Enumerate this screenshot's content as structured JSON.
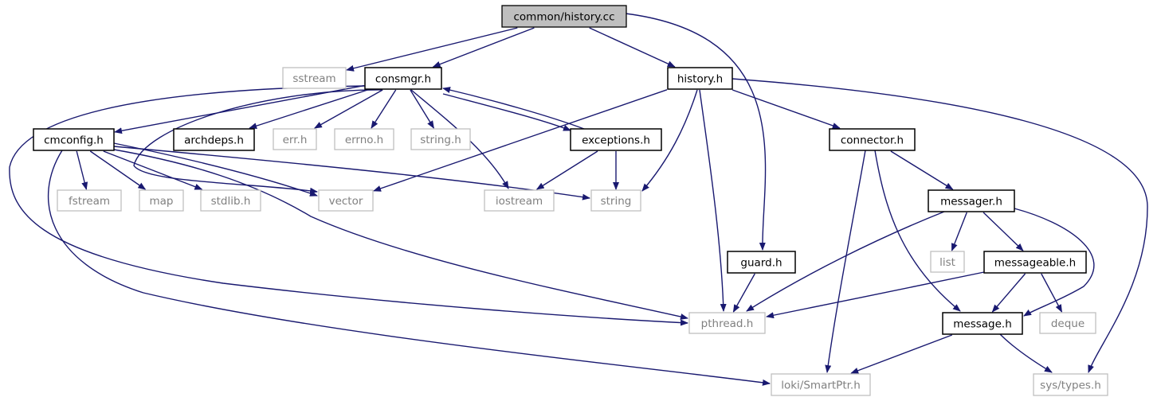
{
  "diagram": {
    "colors": {
      "edge": "#191970",
      "root_fill": "#bfbfbf",
      "local_border": "#000000",
      "system_border": "#bfbfbf",
      "system_text": "#808080"
    },
    "nodes": [
      {
        "id": "history_cc",
        "label": "common/history.cc",
        "kind": "root"
      },
      {
        "id": "sstream",
        "label": "sstream",
        "kind": "system"
      },
      {
        "id": "consmgr_h",
        "label": "consmgr.h",
        "kind": "local"
      },
      {
        "id": "history_h",
        "label": "history.h",
        "kind": "local"
      },
      {
        "id": "cmconfig_h",
        "label": "cmconfig.h",
        "kind": "local"
      },
      {
        "id": "archdeps_h",
        "label": "archdeps.h",
        "kind": "local"
      },
      {
        "id": "err_h",
        "label": "err.h",
        "kind": "system"
      },
      {
        "id": "errno_h",
        "label": "errno.h",
        "kind": "system"
      },
      {
        "id": "string_h",
        "label": "string.h",
        "kind": "system"
      },
      {
        "id": "exceptions_h",
        "label": "exceptions.h",
        "kind": "local"
      },
      {
        "id": "connector_h",
        "label": "connector.h",
        "kind": "local"
      },
      {
        "id": "fstream",
        "label": "fstream",
        "kind": "system"
      },
      {
        "id": "map",
        "label": "map",
        "kind": "system"
      },
      {
        "id": "stdlib_h",
        "label": "stdlib.h",
        "kind": "system"
      },
      {
        "id": "vector",
        "label": "vector",
        "kind": "system"
      },
      {
        "id": "iostream",
        "label": "iostream",
        "kind": "system"
      },
      {
        "id": "string",
        "label": "string",
        "kind": "system"
      },
      {
        "id": "messager_h",
        "label": "messager.h",
        "kind": "local"
      },
      {
        "id": "guard_h",
        "label": "guard.h",
        "kind": "local"
      },
      {
        "id": "list",
        "label": "list",
        "kind": "system"
      },
      {
        "id": "messageable_h",
        "label": "messageable.h",
        "kind": "local"
      },
      {
        "id": "pthread_h",
        "label": "pthread.h",
        "kind": "system"
      },
      {
        "id": "message_h",
        "label": "message.h",
        "kind": "local"
      },
      {
        "id": "deque",
        "label": "deque",
        "kind": "system"
      },
      {
        "id": "loki_smartptr_h",
        "label": "loki/SmartPtr.h",
        "kind": "system"
      },
      {
        "id": "sys_types_h",
        "label": "sys/types.h",
        "kind": "system"
      }
    ],
    "edges": [
      {
        "from": "history_cc",
        "to": "sstream"
      },
      {
        "from": "history_cc",
        "to": "consmgr_h"
      },
      {
        "from": "history_cc",
        "to": "history_h"
      },
      {
        "from": "history_cc",
        "to": "guard_h"
      },
      {
        "from": "consmgr_h",
        "to": "cmconfig_h"
      },
      {
        "from": "consmgr_h",
        "to": "archdeps_h"
      },
      {
        "from": "consmgr_h",
        "to": "err_h"
      },
      {
        "from": "consmgr_h",
        "to": "errno_h"
      },
      {
        "from": "consmgr_h",
        "to": "string_h"
      },
      {
        "from": "consmgr_h",
        "to": "exceptions_h"
      },
      {
        "from": "consmgr_h",
        "to": "iostream"
      },
      {
        "from": "consmgr_h",
        "to": "vector"
      },
      {
        "from": "consmgr_h",
        "to": "pthread_h"
      },
      {
        "from": "exceptions_h",
        "to": "consmgr_h"
      },
      {
        "from": "exceptions_h",
        "to": "iostream"
      },
      {
        "from": "exceptions_h",
        "to": "string"
      },
      {
        "from": "cmconfig_h",
        "to": "fstream"
      },
      {
        "from": "cmconfig_h",
        "to": "map"
      },
      {
        "from": "cmconfig_h",
        "to": "stdlib_h"
      },
      {
        "from": "cmconfig_h",
        "to": "vector"
      },
      {
        "from": "cmconfig_h",
        "to": "string"
      },
      {
        "from": "cmconfig_h",
        "to": "pthread_h"
      },
      {
        "from": "cmconfig_h",
        "to": "loki_smartptr_h"
      },
      {
        "from": "history_h",
        "to": "vector"
      },
      {
        "from": "history_h",
        "to": "string"
      },
      {
        "from": "history_h",
        "to": "pthread_h"
      },
      {
        "from": "history_h",
        "to": "connector_h"
      },
      {
        "from": "history_h",
        "to": "sys_types_h"
      },
      {
        "from": "connector_h",
        "to": "messager_h"
      },
      {
        "from": "connector_h",
        "to": "message_h"
      },
      {
        "from": "connector_h",
        "to": "loki_smartptr_h"
      },
      {
        "from": "messager_h",
        "to": "pthread_h"
      },
      {
        "from": "messager_h",
        "to": "list"
      },
      {
        "from": "messager_h",
        "to": "messageable_h"
      },
      {
        "from": "messager_h",
        "to": "message_h"
      },
      {
        "from": "messageable_h",
        "to": "pthread_h"
      },
      {
        "from": "messageable_h",
        "to": "message_h"
      },
      {
        "from": "messageable_h",
        "to": "deque"
      },
      {
        "from": "guard_h",
        "to": "pthread_h"
      },
      {
        "from": "message_h",
        "to": "loki_smartptr_h"
      },
      {
        "from": "message_h",
        "to": "sys_types_h"
      }
    ]
  }
}
